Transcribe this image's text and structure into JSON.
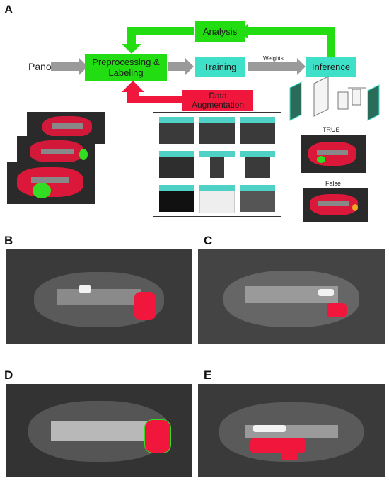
{
  "panels": {
    "a": "A",
    "b": "B",
    "c": "C",
    "d": "D",
    "e": "E"
  },
  "flow": {
    "pano": "Pano",
    "preprocessing": "Preprocessing & Labeling",
    "training": "Training",
    "weights": "Weights",
    "inference": "Inference",
    "analysis": "Analysis",
    "augmentation": "Data Augmentation"
  },
  "results": {
    "true_label": "TRUE",
    "false_label": "False"
  },
  "colors": {
    "green": "#22dd11",
    "green_box": "#33dd22",
    "teal": "#3ee0c8",
    "red": "#f0163c",
    "arrow_gray": "#9a9a9a"
  }
}
